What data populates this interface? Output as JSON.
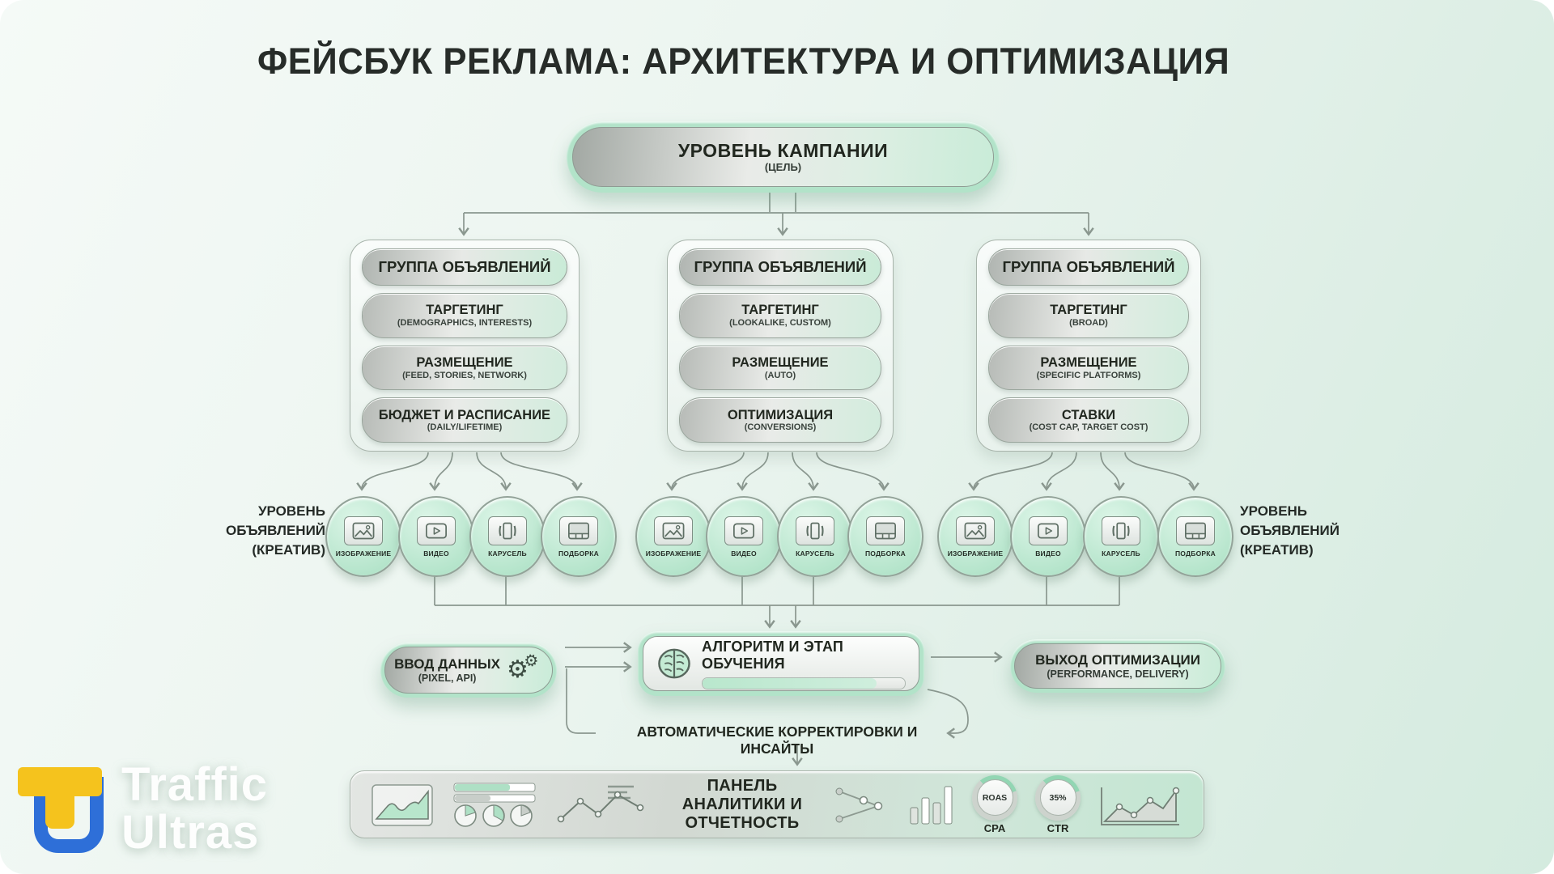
{
  "title": "ФЕЙСБУК РЕКЛАМА: АРХИТЕКТУРА И ОПТИМИЗАЦИЯ",
  "campaign": {
    "title": "УРОВЕНЬ КАМПАНИИ",
    "subtitle": "(ЦЕЛЬ)"
  },
  "ad_groups": [
    {
      "header": "ГРУППА ОБЪЯВЛЕНИЙ",
      "rows": [
        {
          "title": "ТАРГЕТИНГ",
          "subtitle": "(DEMOGRAPHICS, INTERESTS)"
        },
        {
          "title": "РАЗМЕЩЕНИЕ",
          "subtitle": "(FEED, STORIES, NETWORK)"
        },
        {
          "title": "БЮДЖЕТ И РАСПИСАНИЕ",
          "subtitle": "(DAILY/LIFETIME)"
        }
      ]
    },
    {
      "header": "ГРУППА ОБЪЯВЛЕНИЙ",
      "rows": [
        {
          "title": "ТАРГЕТИНГ",
          "subtitle": "(LOOKALIKE, CUSTOM)"
        },
        {
          "title": "РАЗМЕЩЕНИЕ",
          "subtitle": "(AUTO)"
        },
        {
          "title": "ОПТИМИЗАЦИЯ",
          "subtitle": "(CONVERSIONS)"
        }
      ]
    },
    {
      "header": "ГРУППА ОБЪЯВЛЕНИЙ",
      "rows": [
        {
          "title": "ТАРГЕТИНГ",
          "subtitle": "(BROAD)"
        },
        {
          "title": "РАЗМЕЩЕНИЕ",
          "subtitle": "(SPECIFIC PLATFORMS)"
        },
        {
          "title": "СТАВКИ",
          "subtitle": "(COST CAP, TARGET COST)"
        }
      ]
    }
  ],
  "ad_level": {
    "line1": "УРОВЕНЬ",
    "line2": "ОБЪЯВЛЕНИЙ",
    "line3": "(КРЕАТИВ)"
  },
  "creatives": [
    {
      "label": "ИЗОБРАЖЕНИЕ",
      "icon": "image-icon"
    },
    {
      "label": "ВИДЕО",
      "icon": "video-icon"
    },
    {
      "label": "КАРУСЕЛЬ",
      "icon": "carousel-icon"
    },
    {
      "label": "ПОДБОРКА",
      "icon": "collection-icon"
    }
  ],
  "flow": {
    "input": {
      "title": "ВВОД ДАННЫХ",
      "subtitle": "(PIXEL, API)"
    },
    "algorithm": {
      "title": "АЛГОРИТМ И ЭТАП ОБУЧЕНИЯ",
      "progress_percent": 86
    },
    "output": {
      "title": "ВЫХОД ОПТИМИЗАЦИИ",
      "subtitle": "(PERFORMANCE, DELIVERY)"
    },
    "feedback_label": "АВТОМАТИЧЕСКИЕ КОРРЕКТИРОВКИ И ИНСАЙТЫ"
  },
  "analytics": {
    "title": "ПАНЕЛЬ АНАЛИТИКИ И ОТЧЕТНОСТЬ",
    "gauges": [
      {
        "value": "ROAS",
        "label": "CPA"
      },
      {
        "value": "35%",
        "label": "CTR"
      }
    ]
  },
  "logo": {
    "line1": "Traffic",
    "line2": "Ultras"
  },
  "colors": {
    "mint": "#b2e3c9",
    "silver": "#c6cac6",
    "line": "#8a978f",
    "accent_yellow": "#f5c31d",
    "accent_blue": "#2e6fd8"
  }
}
